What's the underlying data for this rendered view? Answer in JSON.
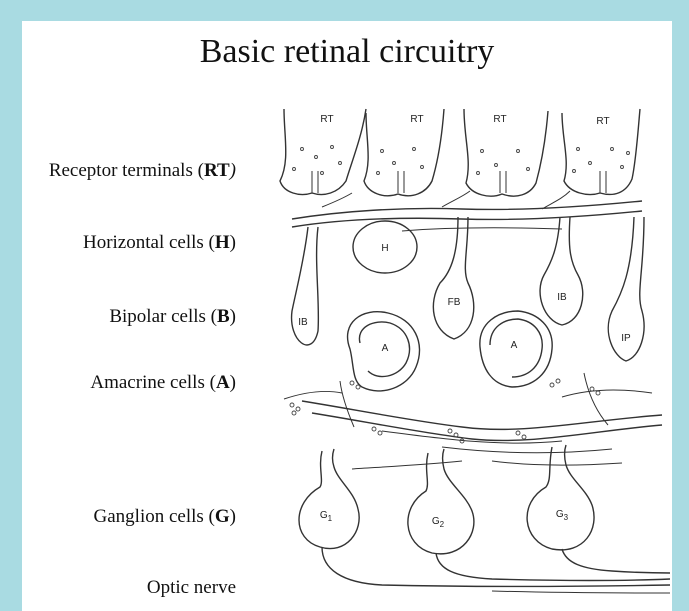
{
  "title": "Basic retinal circuitry",
  "layers": [
    {
      "name": "Receptor terminals (",
      "abbr": "RT",
      "suffix": ")"
    },
    {
      "name": "Horizontal cells (",
      "abbr": "H",
      "suffix": ")"
    },
    {
      "name": "Bipolar cells (",
      "abbr": "B",
      "suffix": ")"
    },
    {
      "name": "Amacrine cells (",
      "abbr": "A",
      "suffix": ")"
    },
    {
      "name": "Ganglion cells (",
      "abbr": "G",
      "suffix": ")"
    },
    {
      "name": "Optic nerve",
      "abbr": "",
      "suffix": ""
    }
  ],
  "diagram_labels": {
    "rt1": "RT",
    "rt2": "RT",
    "rt3": "RT",
    "rt4": "RT",
    "h": "H",
    "ib_left": "IB",
    "fb": "FB",
    "ib_right": "IB",
    "ip": "IP",
    "a_left": "A",
    "a_right": "A",
    "g1": "G",
    "g1_sub": "1",
    "g2": "G",
    "g2_sub": "2",
    "g3": "G",
    "g3_sub": "3"
  }
}
